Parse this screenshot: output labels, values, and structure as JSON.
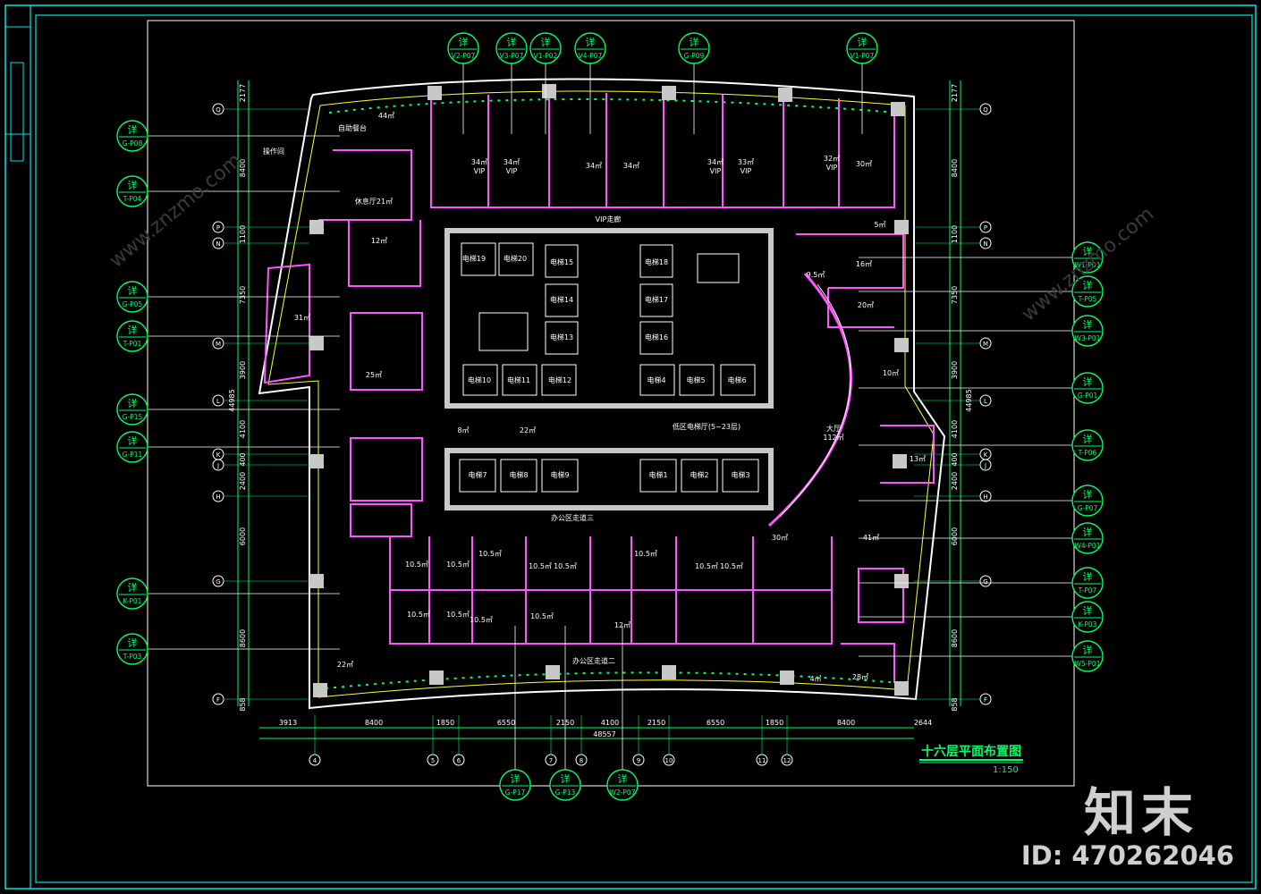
{
  "title": "十六层平面布置图",
  "scale": "1:150",
  "watermark": {
    "logo": "知末",
    "id": "ID: 470262046",
    "url": "www.znzmo.com"
  },
  "colors": {
    "frame": "#00e5e5",
    "wall": "#ff55ff",
    "dim": "#00ff66",
    "text": "#ffffff",
    "core": "#c8c8c8",
    "accent": "#ffff33"
  },
  "bubble_word": "详",
  "callouts_top": [
    "V2-P07",
    "V3-P07",
    "V1-P02",
    "V4-P07",
    "G-P09",
    "V1-P07"
  ],
  "callouts_left": [
    "G-P08",
    "T-P04",
    "G-P05",
    "T-P01",
    "G-P15",
    "G-P11",
    "K-P01",
    "T-P03"
  ],
  "callouts_right": [
    "W1-P01",
    "T-P05",
    "W3-P01",
    "G-P01",
    "T-P06",
    "G-P07",
    "W4-P01",
    "T-P07",
    "K-P03",
    "W5-P01"
  ],
  "callouts_bottom": [
    "G-P17",
    "G-P13",
    "W2-P07"
  ],
  "grid_rows": [
    "Q",
    "P",
    "N",
    "M",
    "L",
    "K",
    "J",
    "H",
    "G",
    "F"
  ],
  "grid_cols": [
    "4",
    "5",
    "6",
    "7",
    "8",
    "9",
    "10",
    "11",
    "12"
  ],
  "dims_bottom": [
    "3913",
    "8400",
    "1850",
    "6550",
    "2150",
    "4100",
    "2150",
    "6550",
    "1850",
    "8400",
    "2644"
  ],
  "dim_total_bottom": "48557",
  "dims_side": [
    "2177",
    "8400",
    "1100",
    "7350",
    "3900",
    "4100",
    "400",
    "2400",
    "6000",
    "8600",
    "858"
  ],
  "dim_total_side": "44985",
  "rooms": {
    "r44": "44㎡",
    "buffet": "自助餐台",
    "kitchen": "操作间",
    "hall21": "休息厅21㎡",
    "vip34a": "34㎡\nVIP",
    "vip34b": "34㎡\nVIP",
    "vip34c": "34㎡",
    "vip34d": "34㎡",
    "vip34e": "34㎡\nVIP",
    "vip33": "33㎡\nVIP",
    "vip32": "32㎡\nVIP",
    "vip30": "30㎡",
    "vipcorr": "VIP走廊",
    "lift19": "电梯19",
    "lift20": "电梯20",
    "lift15": "电梯15",
    "lift14": "电梯14",
    "lift13": "电梯13",
    "lift18": "电梯18",
    "lift17": "电梯17",
    "lift16": "电梯16",
    "lift10": "电梯10",
    "lift11": "电梯11",
    "lift12": "电梯12",
    "lift4": "电梯4",
    "lift5": "电梯5",
    "lift6": "电梯6",
    "lift7": "电梯7",
    "lift8": "电梯8",
    "lift9": "电梯9",
    "lift1": "电梯1",
    "lift2": "电梯2",
    "lift3": "电梯3",
    "liftlobby": "低区电梯厅(5~23层)",
    "lobby": "大厅\n112㎡",
    "r12": "12㎡",
    "r31": "31㎡",
    "r25": "25㎡",
    "r8": "8㎡",
    "r22": "22㎡",
    "r16": "16㎡",
    "r20": "20㎡",
    "r9": "9.5㎡",
    "r5": "5㎡",
    "r10": "10㎡",
    "r13": "13㎡",
    "r41": "41㎡",
    "r30": "30㎡",
    "r28": "28㎡",
    "r4": "4㎡",
    "r22b": "22㎡",
    "o1": "10.5㎡",
    "o2": "10.5㎡",
    "o3": "10.5㎡",
    "o4": "10.5㎡",
    "o5": "10.5㎡",
    "o6": "10.5㎡",
    "o7": "10.5㎡",
    "o8": "10.5㎡",
    "o9": "10.5㎡",
    "o10": "10.5㎡",
    "o11": "10.5㎡",
    "o12": "10.5㎡",
    "corr2": "办公区走道二",
    "corr3": "办公区走道三",
    "r1200": "12㎡"
  }
}
